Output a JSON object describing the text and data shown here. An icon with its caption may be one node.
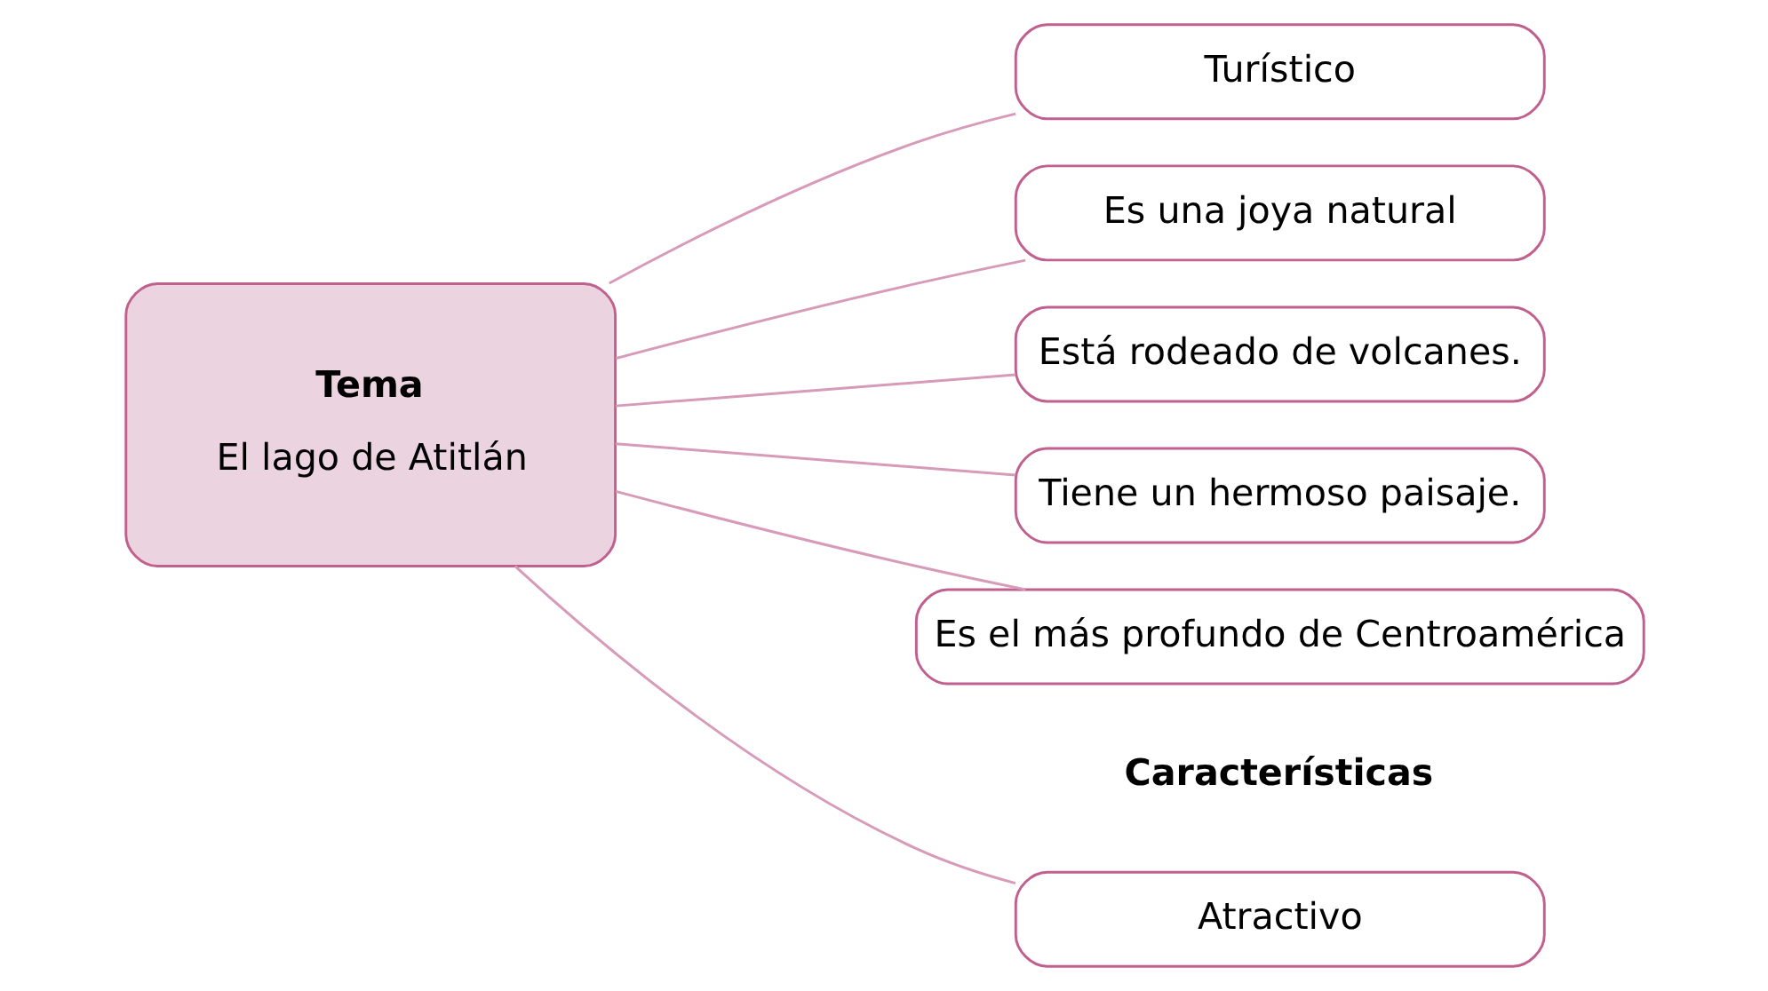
{
  "diagram": {
    "nodes": [
      {
        "text": [
          "Tema",
          "El lago de Atitlán"
        ]
      },
      {
        "text": [
          "Atractivo"
        ]
      },
      {
        "text": [
          "Turístico"
        ]
      },
      {
        "text": [
          "Es una joya natural"
        ]
      },
      {
        "text": [
          "Está rodeado de volcanes."
        ]
      },
      {
        "text": [
          "Tiene un hermoso paisaje."
        ]
      },
      {
        "text": [
          "Es el más profundo de Centroamérica"
        ]
      }
    ],
    "edges": [
      {
        "from": 0,
        "to": 1,
        "arrow": "none"
      },
      {
        "from": 0,
        "to": 2,
        "arrow": "none"
      },
      {
        "from": 0,
        "to": 3,
        "arrow": "none"
      },
      {
        "from": 0,
        "to": 4,
        "arrow": "none"
      },
      {
        "from": 0,
        "to": 5,
        "arrow": "none"
      },
      {
        "from": 0,
        "to": 6,
        "arrow": "none"
      }
    ],
    "labels": [
      "Características"
    ]
  }
}
